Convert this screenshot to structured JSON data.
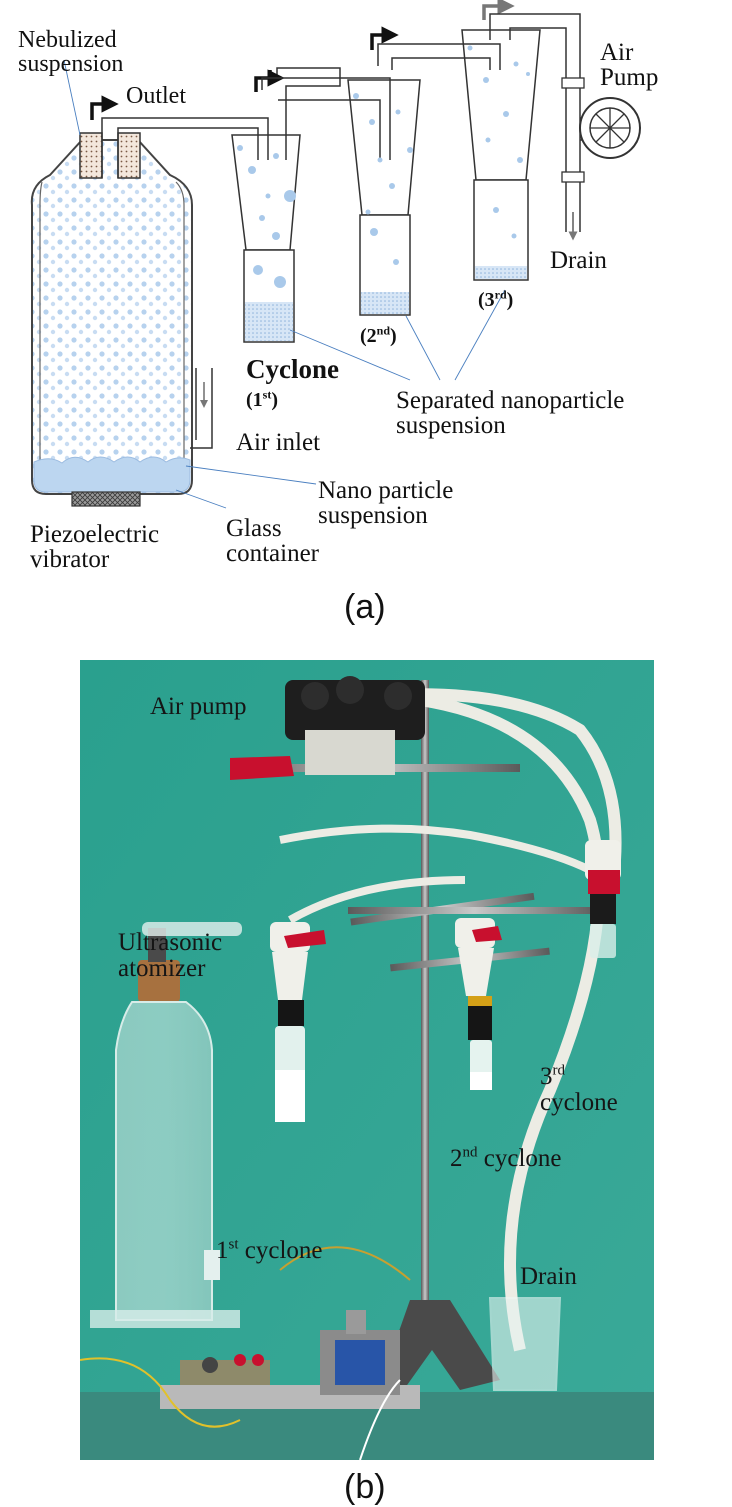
{
  "panel_a": {
    "caption": "(a)",
    "labels": {
      "nebulized_1": "Nebulized",
      "nebulized_2": "suspension",
      "outlet": "Outlet",
      "air_pump_1": "Air",
      "air_pump_2": "Pump",
      "drain": "Drain",
      "cyclone": "Cyclone",
      "first": "(1",
      "first_sup": "st",
      "first_close": ")",
      "second": "(2",
      "second_sup": "nd",
      "second_close": ")",
      "third": "(3",
      "third_sup": "rd",
      "third_close": ")",
      "separated_1": "Separated nanoparticle",
      "separated_2": "suspension",
      "air_inlet": "Air inlet",
      "nano_1": "Nano particle",
      "nano_2": "suspension",
      "piezo_1": "Piezoelectric",
      "piezo_2": "vibrator",
      "glass_1": "Glass",
      "glass_2": "container"
    }
  },
  "panel_b": {
    "caption": "(b)",
    "labels": {
      "air_pump": "Air pump",
      "ultrasonic_1": "Ultrasonic",
      "ultrasonic_2": "atomizer",
      "third_cyclone_num": "3",
      "third_cyclone_sup": "rd",
      "third_cyclone_word": "cyclone",
      "second_cyclone_num": "2",
      "second_cyclone_sup": "nd",
      "second_cyclone_word": " cyclone",
      "first_cyclone_num": "1",
      "first_cyclone_sup": "st",
      "first_cyclone_word": " cyclone",
      "drain": "Drain"
    }
  },
  "colors": {
    "droplet": "#a9c9ea",
    "liquid": "#bcd6f0",
    "photo_background": "#2f9e8c",
    "tube": "#ecece4",
    "clamp_red": "#c8102e"
  }
}
